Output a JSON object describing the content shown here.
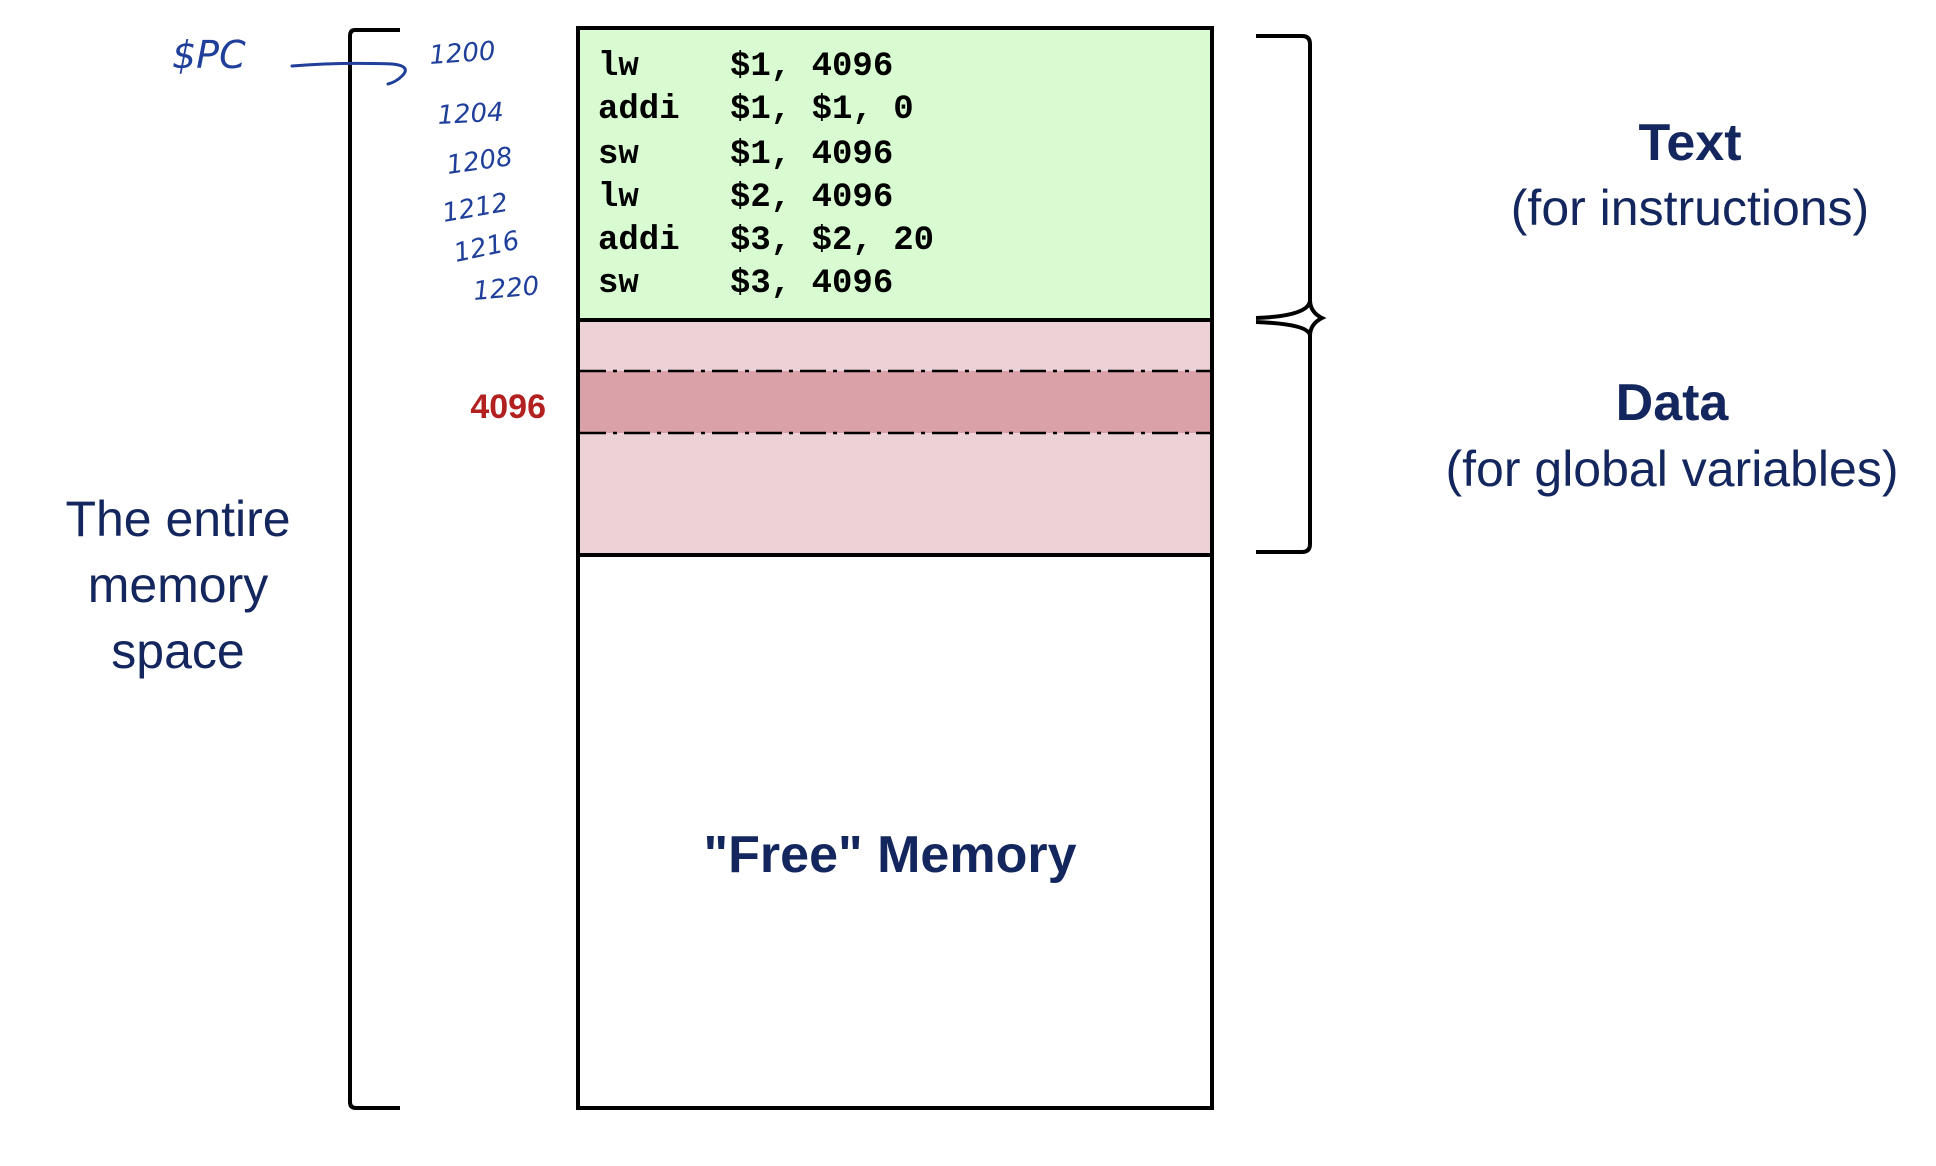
{
  "annotations": {
    "pc_label": "$PC",
    "addresses": [
      "1200",
      "1204",
      "1208",
      "1212",
      "1216",
      "1220"
    ]
  },
  "text_segment": {
    "instructions": [
      {
        "op": "lw",
        "args": "$1, 4096"
      },
      {
        "op": "addi",
        "args": "$1, $1, 0"
      },
      {
        "op": "sw",
        "args": "$1, 4096"
      },
      {
        "op": "lw",
        "args": "$2, 4096"
      },
      {
        "op": "addi",
        "args": "$3, $2, 20"
      },
      {
        "op": "sw",
        "args": "$3, 4096"
      }
    ],
    "title": "Text",
    "subtitle": "(for instructions)"
  },
  "data_segment": {
    "address_label": "4096",
    "title": "Data",
    "subtitle": "(for global variables)"
  },
  "free_memory": {
    "label": "\"Free\" Memory"
  },
  "memory_space": {
    "label_lines": [
      "The entire",
      "memory",
      "space"
    ]
  },
  "colors": {
    "text_segment_fill": "#d8fbd2",
    "data_segment_fill": "#ecd1d6",
    "data_highlight_fill": "#dba1a8",
    "label_color": "#13265e",
    "handwriting_color": "#1f3f9a",
    "address_red": "#b32020"
  }
}
